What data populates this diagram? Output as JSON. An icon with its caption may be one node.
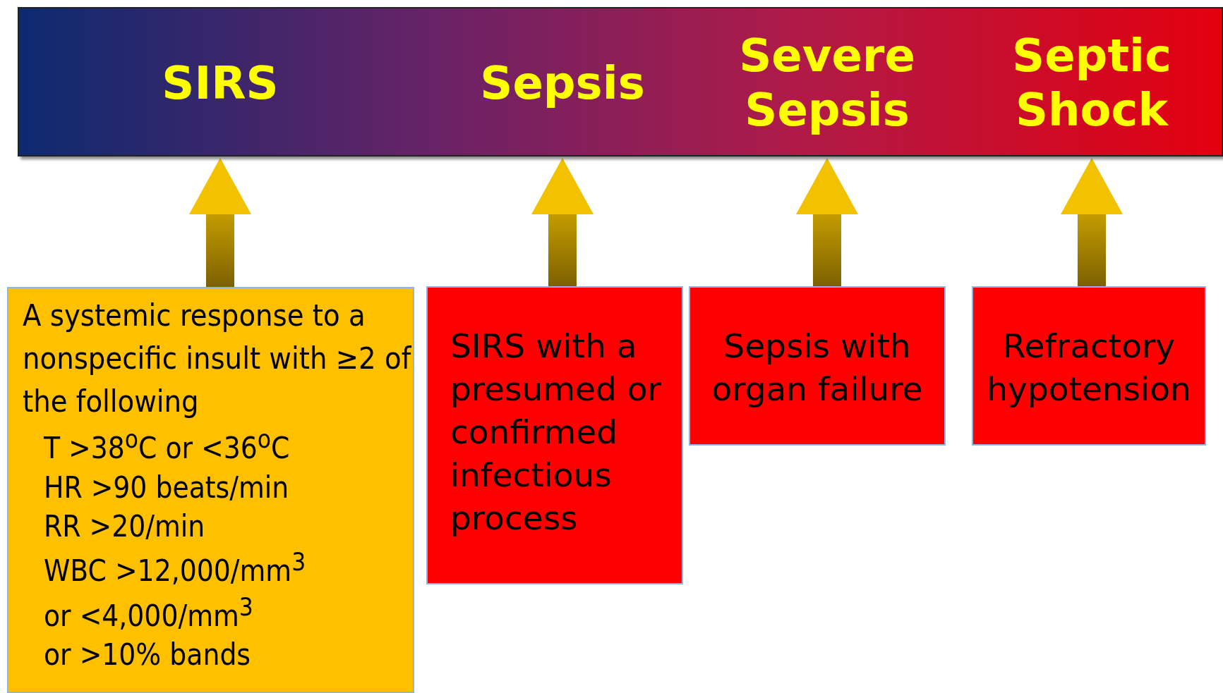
{
  "diagram": {
    "nodes": [
      {
        "text": [],
        "shape": "bar"
      },
      {
        "text": [
          "SIRS"
        ],
        "in": 0
      },
      {
        "text": [
          "Sepsis"
        ],
        "in": 0
      },
      {
        "text": [
          "Severe Sepsis"
        ],
        "in": 0
      },
      {
        "text": [
          "Septic Shock"
        ],
        "in": 0
      },
      {
        "text": [
          "A systemic response to a nonspecific insult with ≥2 of the following",
          "T >38$^{o}$C or <36$^{o}$C",
          "HR >90 beats/min",
          "RR >20/min",
          "WBC >12,000/mm$^{3}$",
          "or <4,000/mm$^{3}$",
          "or >10% bands"
        ]
      },
      {
        "text": [
          "SIRS with a presumed or confirmed infectious process"
        ]
      },
      {
        "text": [
          "Sepsis with organ failure"
        ]
      },
      {
        "text": [
          "Refractory hypotension"
        ]
      }
    ],
    "edges": [
      {
        "from": 5,
        "to": 1,
        "arrow": "to"
      },
      {
        "from": 6,
        "to": 2,
        "arrow": "to"
      },
      {
        "from": 7,
        "to": 3,
        "arrow": "to"
      },
      {
        "from": 8,
        "to": 4,
        "arrow": "to"
      }
    ]
  }
}
